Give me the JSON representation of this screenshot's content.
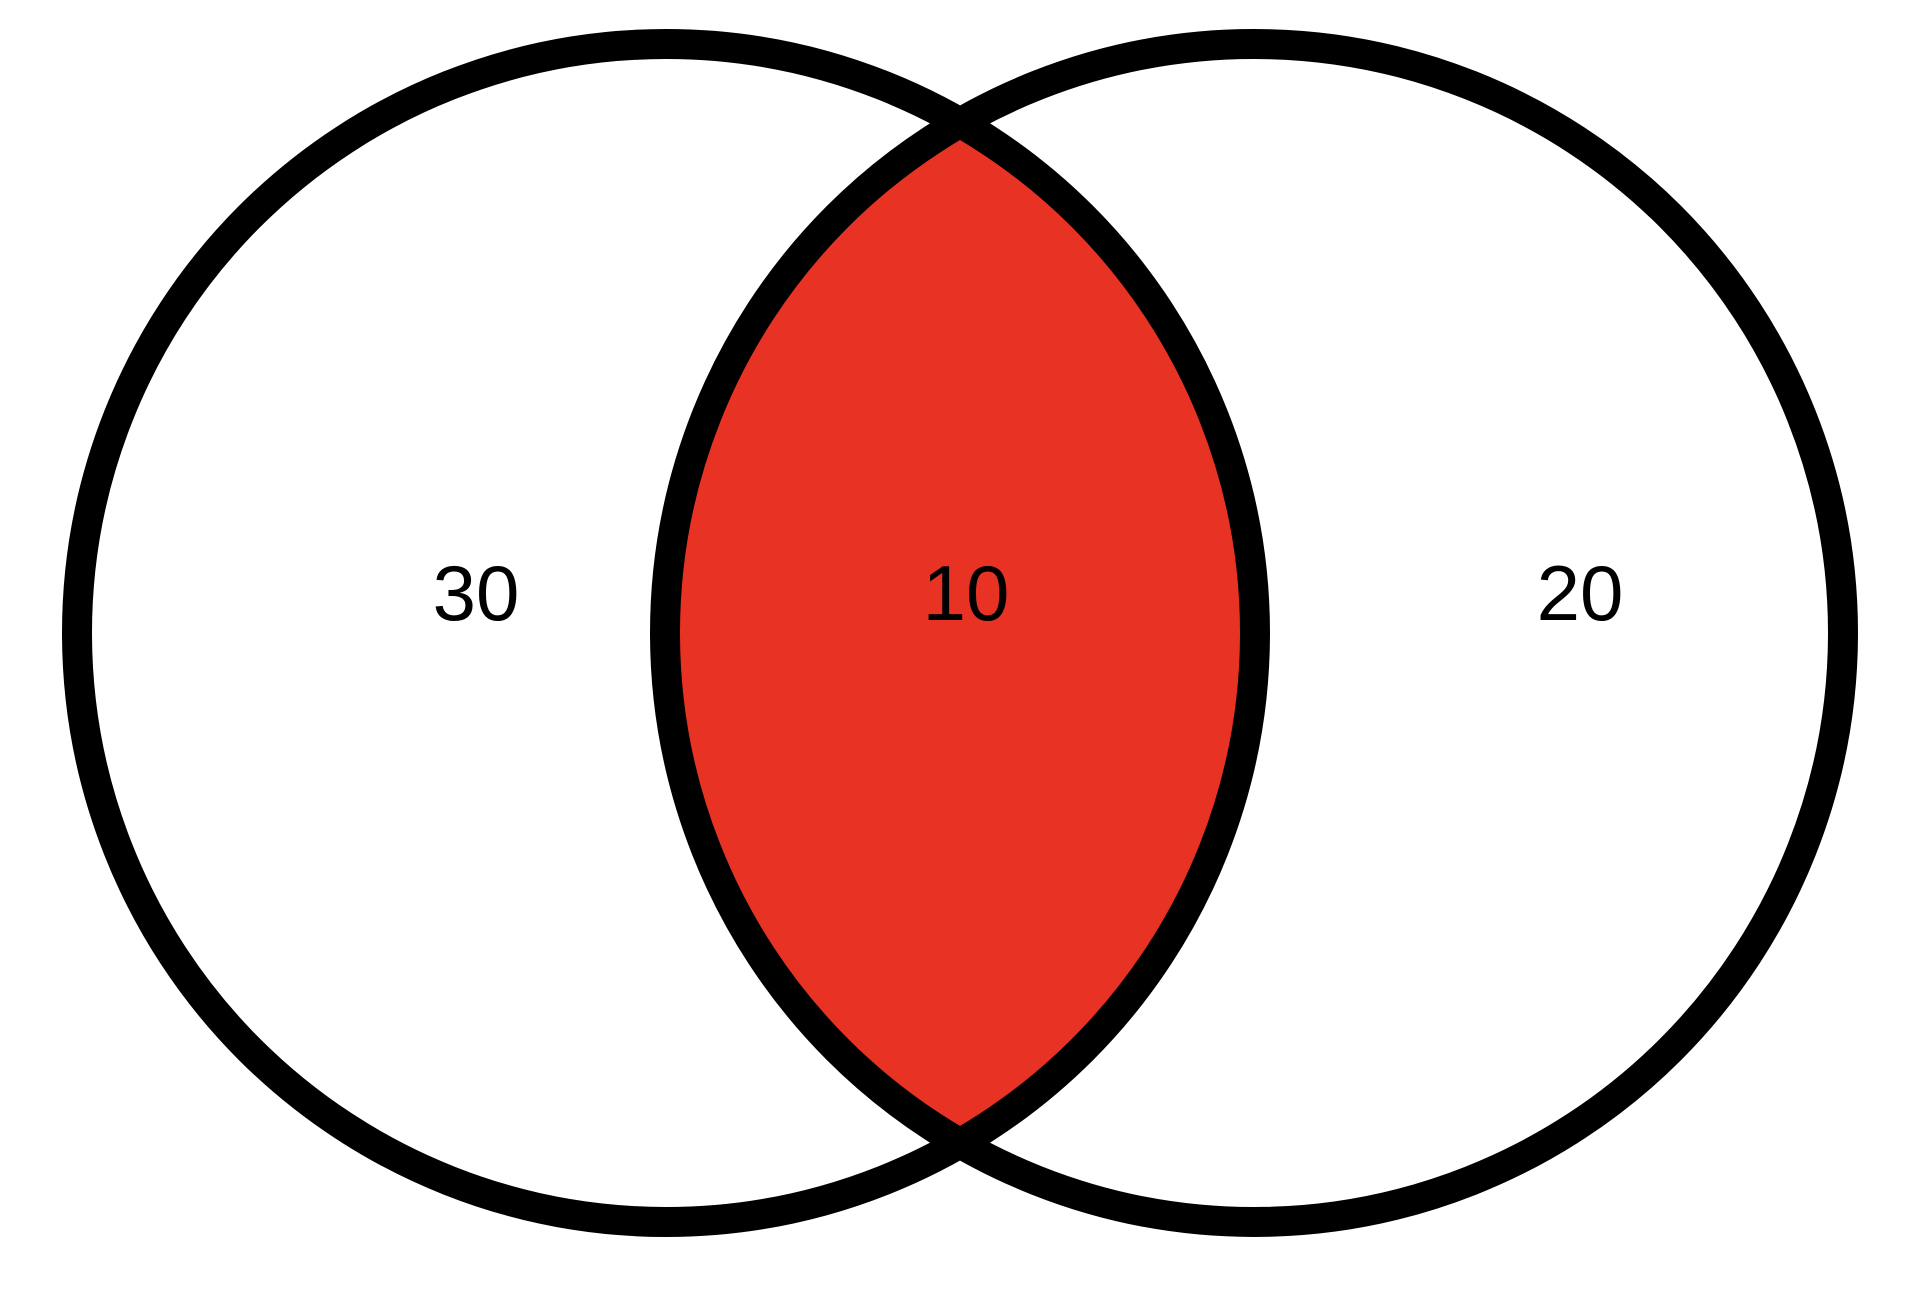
{
  "venn": {
    "left_only": "30",
    "intersection": "10",
    "right_only": "20"
  },
  "colors": {
    "intersection_fill": "#e83324",
    "outline": "#000000",
    "background": "#ffffff"
  }
}
